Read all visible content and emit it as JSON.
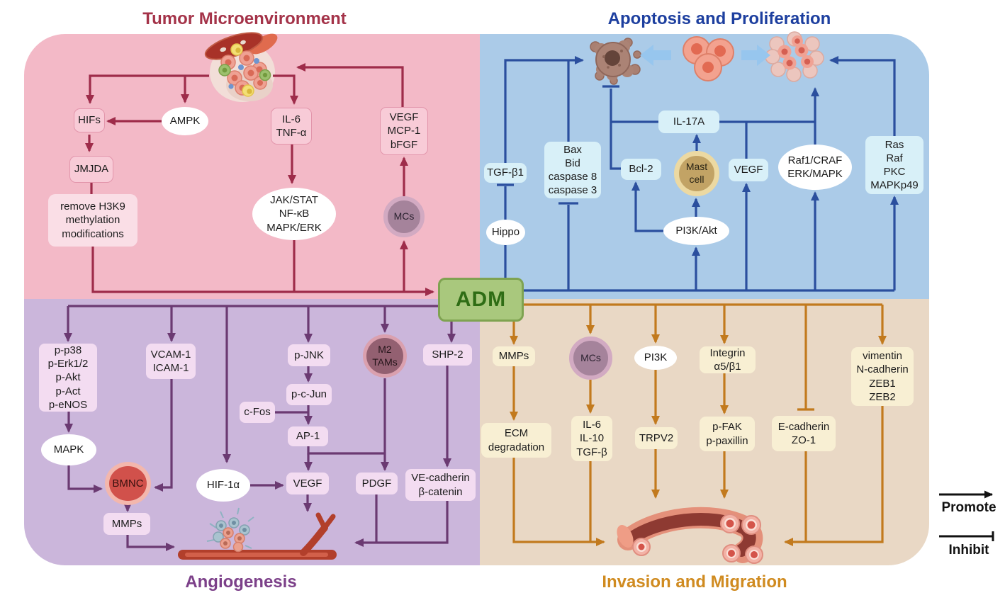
{
  "titles": {
    "tme": "Tumor Microenvironment",
    "apoptosis": "Apoptosis and Proliferation",
    "angiogenesis": "Angiogenesis",
    "invasion": "Invasion and Migration"
  },
  "adm_label": "ADM",
  "legend": {
    "promote": "Promote",
    "inhibit": "Inhibit"
  },
  "tme": {
    "hifs": "HIFs",
    "ampk": "AMPK",
    "jmjda": "JMJDA",
    "h3k9": "remove H3K9\nmethylation\nmodifications",
    "il6_tnfa": "IL-6\nTNF-α",
    "jak_nfkb_mapk": "JAK/STAT\nNF-κB\nMAPK/ERK",
    "mcs": "MCs",
    "vegf_mcp1_bfgf": "VEGF\nMCP-1\nbFGF"
  },
  "apoptosis": {
    "tgfb1": "TGF-β1",
    "hippo": "Hippo",
    "bax_bid_caspases": "Bax\nBid\ncaspase 8\ncaspase 3",
    "bcl2": "Bcl-2",
    "mast_cell": "Mast cell",
    "pi3k_akt": "PI3K/Akt",
    "il17a": "IL-17A",
    "vegf": "VEGF",
    "raf1_craf_erk_mapk": "Raf1/CRAF\nERK/MAPK",
    "ras_raf_pkc_mapkp49": "Ras\nRaf\nPKC\nMAPKp49"
  },
  "angiogenesis": {
    "p_p38_group": "p-p38\np-Erk1/2\np-Akt\np-Act\np-eNOS",
    "mapk": "MAPK",
    "vcam_icam": "VCAM-1\nICAM-1",
    "bmnc": "BMNC",
    "mmps": "MMPs",
    "hif1a": "HIF-1α",
    "c_fos": "c-Fos",
    "p_jnk": "p-JNK",
    "p_c_jun": "p-c-Jun",
    "ap1": "AP-1",
    "vegf": "VEGF",
    "m2_tams": "M2\nTAMs",
    "pdgf": "PDGF",
    "shp2": "SHP-2",
    "ve_cadherin_b_catenin": "VE-cadherin\nβ-catenin"
  },
  "invasion": {
    "mmps": "MMPs",
    "ecm_degradation": "ECM\ndegradation",
    "mcs": "MCs",
    "il6_il10_tgfb": "IL-6\nIL-10\nTGF-β",
    "pi3k": "PI3K",
    "trpv2": "TRPV2",
    "integrin_a5b1": "Integrin\nα5/β1",
    "p_fak_p_paxillin": "p-FAK\np-paxillin",
    "e_cadherin_zo1": "E-cadherin\nZO-1",
    "emt_markers": "vimentin\nN-cadherin\nZEB1\nZEB2"
  },
  "colors": {
    "maroon_arrow": "#9e2c4a",
    "blue_arrow": "#2b4f9e",
    "purple_arrow": "#6b3a72",
    "orange_arrow": "#c27a1e",
    "quad_pink": "#f3b9c7",
    "quad_blue": "#abcbe8",
    "quad_purple": "#cbb6db",
    "quad_tan": "#e9d8c5",
    "adm_green": "#a9c87d"
  }
}
